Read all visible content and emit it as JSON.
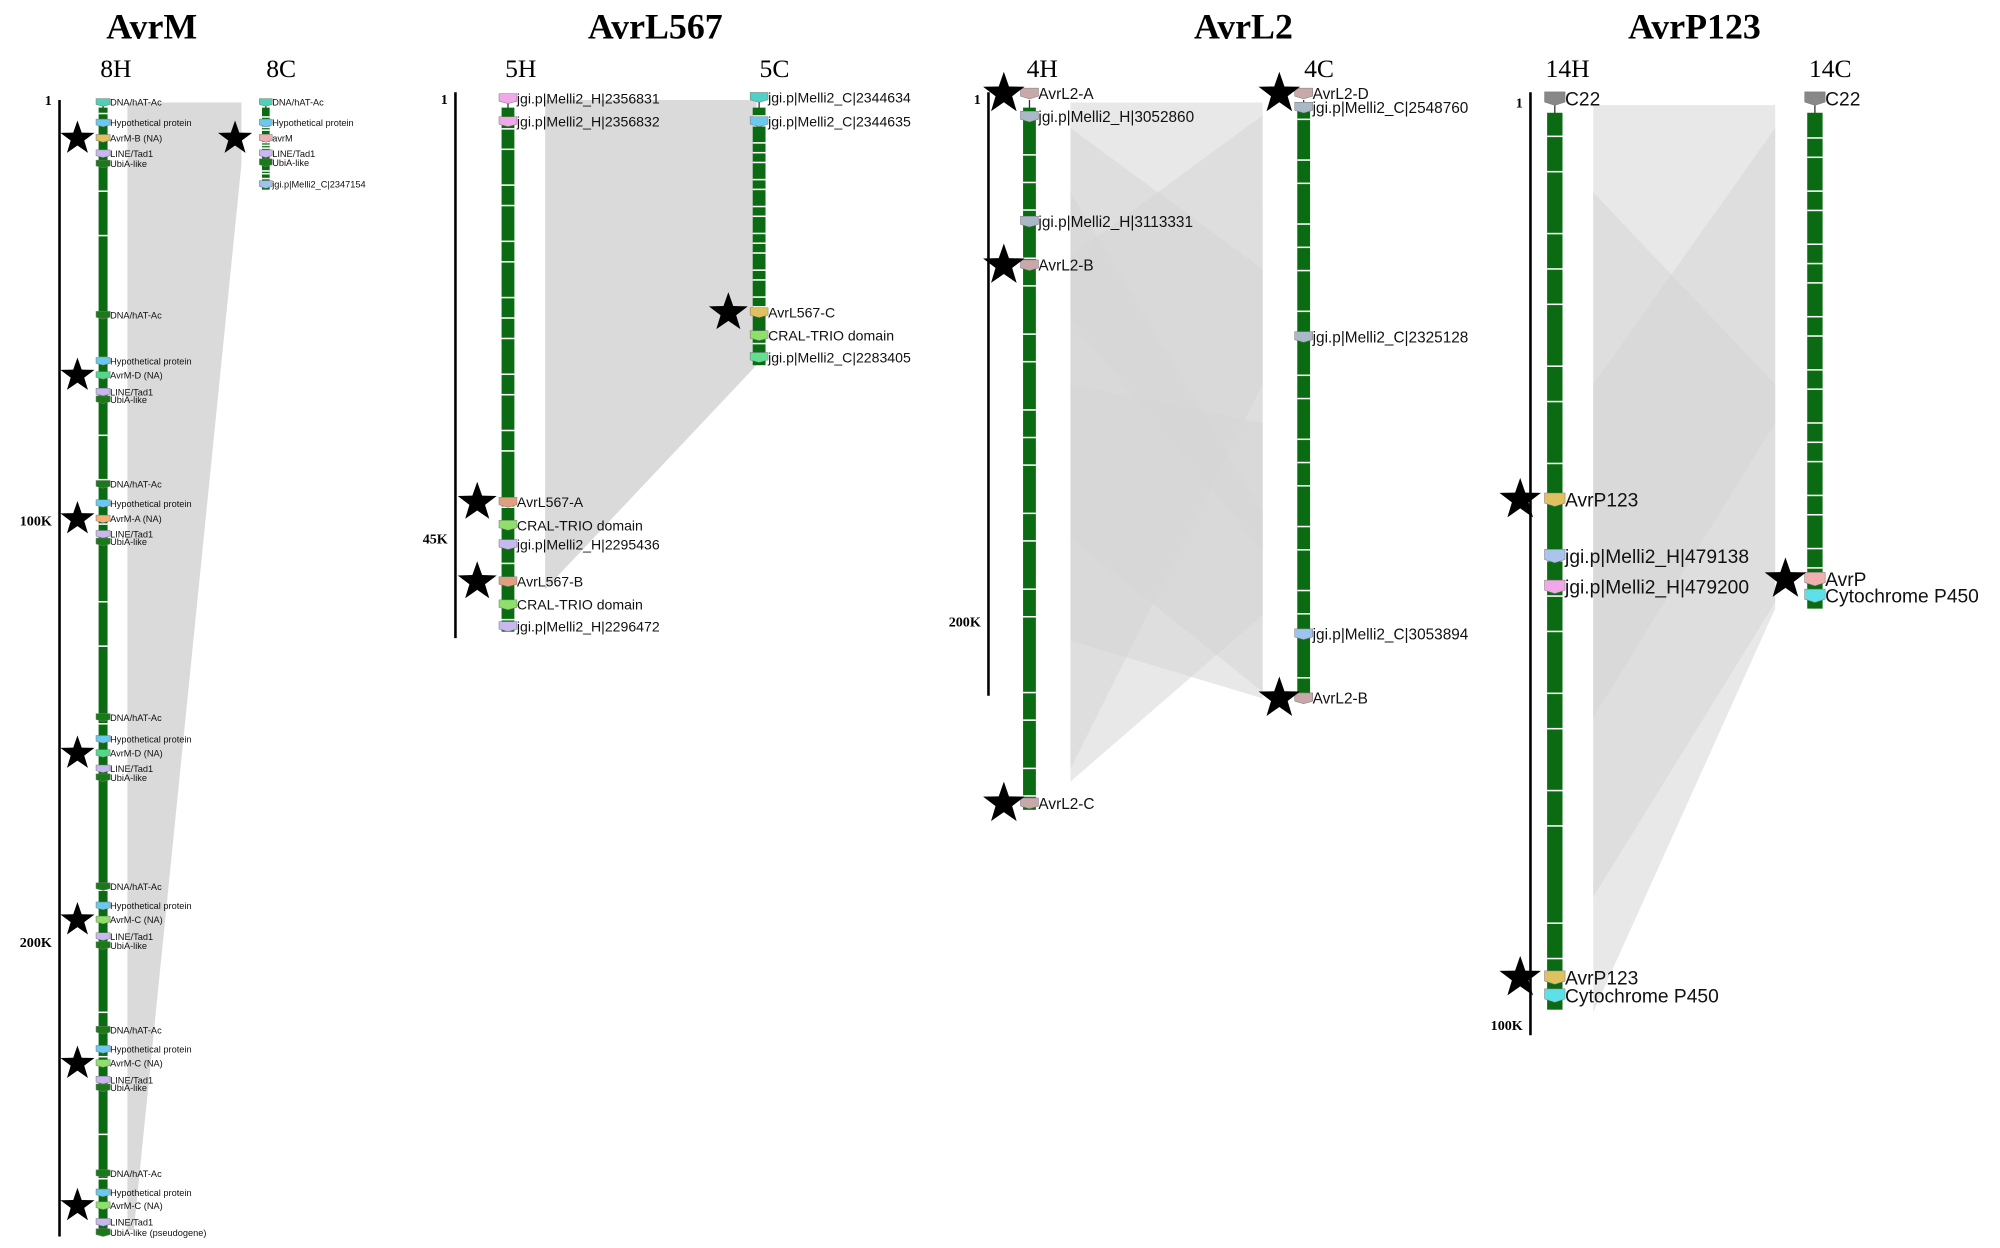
{
  "colors": {
    "track": "#0b6b12",
    "band": "#d6d6d6",
    "star": "#000000",
    "axis": "#000000"
  },
  "panels": [
    {
      "title": "AvrM",
      "axis_ticks": [
        "1",
        "100K",
        "200K"
      ],
      "tracks": [
        {
          "name": "8H",
          "genes": [
            {
              "label": "DNA/hAT-Ac",
              "color": "#4fd1b5"
            },
            {
              "label": "Hypothetical protein",
              "color": "#6cc8f0"
            },
            {
              "label": "AvrM-B (NA)",
              "color": "#e0c060",
              "star": true
            },
            {
              "label": "LINE/Tad1",
              "color": "#c9b8f0"
            },
            {
              "label": "UbiA-like",
              "color": "#1a7a1a"
            },
            {
              "label": "DNA/hAT-Ac",
              "color": "#1a7a1a"
            },
            {
              "label": "Hypothetical protein",
              "color": "#6cc8f0"
            },
            {
              "label": "AvrM-D (NA)",
              "color": "#55d68a",
              "star": true
            },
            {
              "label": "LINE/Tad1",
              "color": "#c9b8f0"
            },
            {
              "label": "UbiA-like",
              "color": "#1a7a1a"
            },
            {
              "label": "DNA/hAT-Ac",
              "color": "#1a7a1a"
            },
            {
              "label": "Hypothetical protein",
              "color": "#6cc8f0"
            },
            {
              "label": "AvrM-A (NA)",
              "color": "#f5b07a",
              "star": true
            },
            {
              "label": "LINE/Tad1",
              "color": "#c9b8f0"
            },
            {
              "label": "UbiA-like",
              "color": "#1a7a1a"
            },
            {
              "label": "DNA/hAT-Ac",
              "color": "#1a7a1a"
            },
            {
              "label": "Hypothetical protein",
              "color": "#6cc8f0"
            },
            {
              "label": "AvrM-D (NA)",
              "color": "#55d68a",
              "star": true
            },
            {
              "label": "LINE/Tad1",
              "color": "#c9b8f0"
            },
            {
              "label": "UbiA-like",
              "color": "#1a7a1a"
            },
            {
              "label": "DNA/hAT-Ac",
              "color": "#1a7a1a"
            },
            {
              "label": "Hypothetical protein",
              "color": "#6cc8f0"
            },
            {
              "label": "AvrM-C (NA)",
              "color": "#8ee06a",
              "star": true
            },
            {
              "label": "LINE/Tad1",
              "color": "#c9b8f0"
            },
            {
              "label": "UbiA-like",
              "color": "#1a7a1a"
            },
            {
              "label": "DNA/hAT-Ac",
              "color": "#1a7a1a"
            },
            {
              "label": "Hypothetical protein",
              "color": "#6cc8f0"
            },
            {
              "label": "AvrM-C (NA)",
              "color": "#8ee06a",
              "star": true
            },
            {
              "label": "LINE/Tad1",
              "color": "#c9b8f0"
            },
            {
              "label": "UbiA-like",
              "color": "#1a7a1a"
            },
            {
              "label": "DNA/hAT-Ac",
              "color": "#1a7a1a"
            },
            {
              "label": "Hypothetical protein",
              "color": "#6cc8f0"
            },
            {
              "label": "AvrM-C (NA)",
              "color": "#8ee06a",
              "star": true
            },
            {
              "label": "LINE/Tad1",
              "color": "#c9b8f0"
            },
            {
              "label": "UbiA-like (pseudogene)",
              "color": "#1a7a1a"
            }
          ]
        },
        {
          "name": "8C",
          "genes": [
            {
              "label": "DNA/hAT-Ac",
              "color": "#4fd1b5"
            },
            {
              "label": "Hypothetical protein",
              "color": "#6cc8f0"
            },
            {
              "label": "avrM",
              "color": "#f0b0b0",
              "star": true
            },
            {
              "label": "LINE/Tad1",
              "color": "#c9b8f0"
            },
            {
              "label": "UbiA-like",
              "color": "#1a7a1a"
            },
            {
              "label": "jgi.p|Melli2_C|2347154",
              "color": "#9cc4ee"
            }
          ]
        }
      ]
    },
    {
      "title": "AvrL567",
      "axis_ticks": [
        "1",
        "45K"
      ],
      "tracks": [
        {
          "name": "5H",
          "genes": [
            {
              "label": "jgi.p|Melli2_H|2356831",
              "color": "#f0a8e8"
            },
            {
              "label": "jgi.p|Melli2_H|2356832",
              "color": "#f0a8e8"
            },
            {
              "label": "AvrL567-A",
              "color": "#e0a080",
              "star": true
            },
            {
              "label": "CRAL-TRIO domain",
              "color": "#8ee06a"
            },
            {
              "label": "jgi.p|Melli2_H|2295436",
              "color": "#c9b8f0"
            },
            {
              "label": "AvrL567-B",
              "color": "#e0a080",
              "star": true
            },
            {
              "label": "CRAL-TRIO domain",
              "color": "#8ee06a"
            },
            {
              "label": "jgi.p|Melli2_H|2296472",
              "color": "#c9b8f0"
            }
          ]
        },
        {
          "name": "5C",
          "genes": [
            {
              "label": "jgi.p|Melli2_C|2344634",
              "color": "#4fd1c8"
            },
            {
              "label": "jgi.p|Melli2_C|2344635",
              "color": "#6cc8f0"
            },
            {
              "label": "AvrL567-C",
              "color": "#e0c060",
              "star": true
            },
            {
              "label": "CRAL-TRIO domain",
              "color": "#8ee06a"
            },
            {
              "label": "jgi.p|Melli2_C|2283405",
              "color": "#60e090"
            }
          ]
        }
      ]
    },
    {
      "title": "AvrL2",
      "axis_ticks": [
        "1",
        "200K"
      ],
      "tracks": [
        {
          "name": "4H",
          "genes": [
            {
              "label": "AvrL2-A",
              "color": "#c8a8a8",
              "star": true
            },
            {
              "label": "jgi.p|Melli2_H|3052860",
              "color": "#aab8c8"
            },
            {
              "label": "jgi.p|Melli2_H|3113331",
              "color": "#aab8c8"
            },
            {
              "label": "AvrL2-B",
              "color": "#c8a8a8",
              "star": true
            },
            {
              "label": "AvrL2-C",
              "color": "#c8a8a8",
              "star": true
            }
          ]
        },
        {
          "name": "4C",
          "genes": [
            {
              "label": "AvrL2-D",
              "color": "#c8a8a8",
              "star": true
            },
            {
              "label": "jgi.p|Melli2_C|2548760",
              "color": "#aab8c8"
            },
            {
              "label": "jgi.p|Melli2_C|2325128",
              "color": "#aab8c8"
            },
            {
              "label": "jgi.p|Melli2_C|3053894",
              "color": "#9cc4ee"
            },
            {
              "label": "AvrL2-B",
              "color": "#c8a8a8",
              "star": true
            }
          ]
        }
      ]
    },
    {
      "title": "AvrP123",
      "axis_ticks": [
        "1",
        "100K"
      ],
      "tracks": [
        {
          "name": "14H",
          "genes": [
            {
              "label": "C22",
              "color": "#888888"
            },
            {
              "label": "AvrP123",
              "color": "#e0c060",
              "star": true
            },
            {
              "label": "jgi.p|Melli2_H|479138",
              "color": "#aac4ee"
            },
            {
              "label": "jgi.p|Melli2_H|479200",
              "color": "#f0a8e8"
            },
            {
              "label": "AvrP123",
              "color": "#e0c060",
              "star": true
            },
            {
              "label": "Cytochrome P450",
              "color": "#5ee0e8"
            }
          ]
        },
        {
          "name": "14C",
          "genes": [
            {
              "label": "C22",
              "color": "#888888"
            },
            {
              "label": "AvrP",
              "color": "#f0b0b0",
              "star": true
            },
            {
              "label": "Cytochrome P450",
              "color": "#5ee0e8"
            }
          ]
        }
      ]
    }
  ]
}
